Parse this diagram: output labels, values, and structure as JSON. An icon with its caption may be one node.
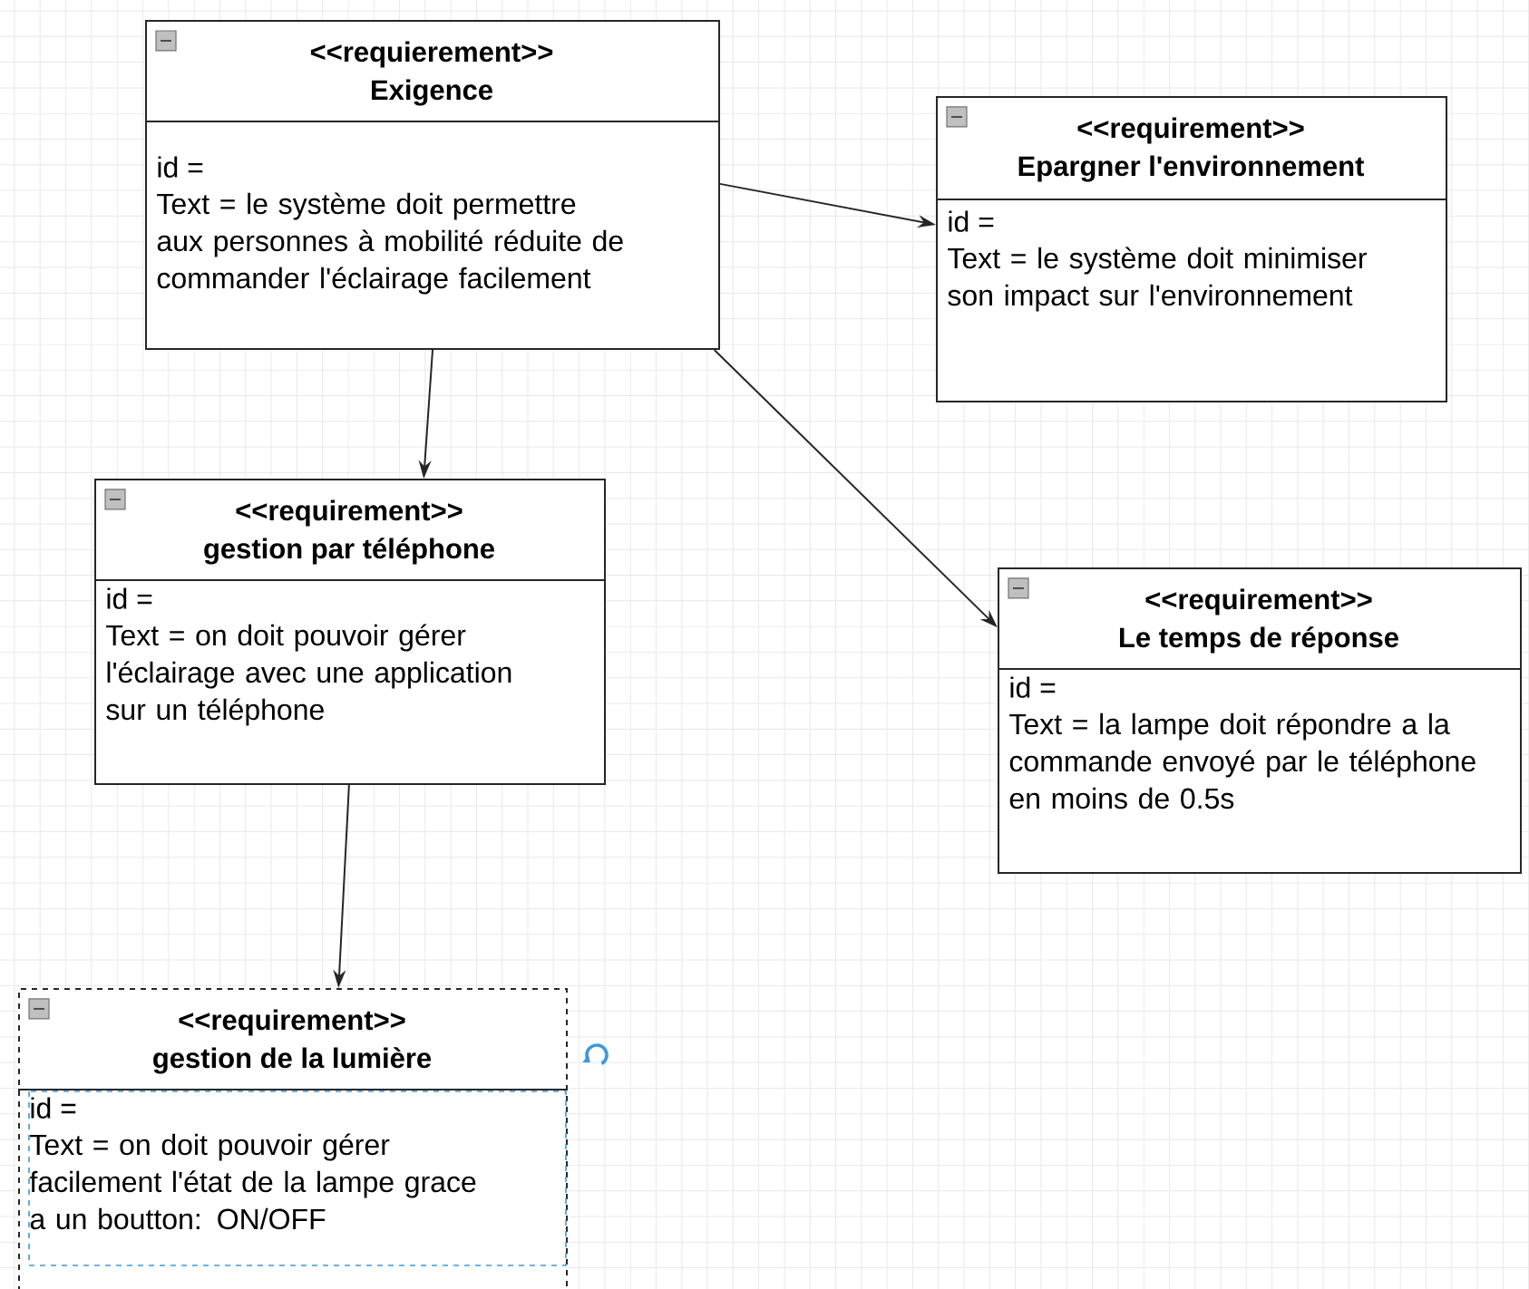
{
  "diagram": {
    "nodes": [
      {
        "text": [
          "<<requierement>>",
          "Exigence",
          "id =",
          "Text = le système doit permettre aux personnes à mobilité réduite de commander l'éclairage facilement"
        ]
      },
      {
        "text": [
          "<<requirement>>",
          "Epargner l'environnement",
          "id =",
          "Text = le système doit minimiser son impact sur l'environnement"
        ]
      },
      {
        "text": [
          "<<requirement>>",
          "gestion par téléphone",
          "id =",
          "Text = on doit pouvoir gérer l'éclairage avec une application sur un téléphone"
        ]
      },
      {
        "text": [
          "<<requirement>>",
          "Le temps de réponse",
          "id =",
          "Text = la lampe doit répondre a la commande envoyé par le téléphone en moins de 0.5s"
        ]
      },
      {
        "text": [
          "<<requirement>>",
          "gestion de la lumière",
          "id =",
          "Text = on doit pouvoir gérer facilement l'état de la lampe grace a un boutton: ON/OFF"
        ]
      }
    ],
    "edges": [
      {
        "from": 0,
        "to": 1,
        "arrow": "to"
      },
      {
        "from": 0,
        "to": 2,
        "arrow": "to"
      },
      {
        "from": 0,
        "to": 3,
        "arrow": "to"
      },
      {
        "from": 2,
        "to": 4,
        "arrow": "to"
      }
    ]
  }
}
